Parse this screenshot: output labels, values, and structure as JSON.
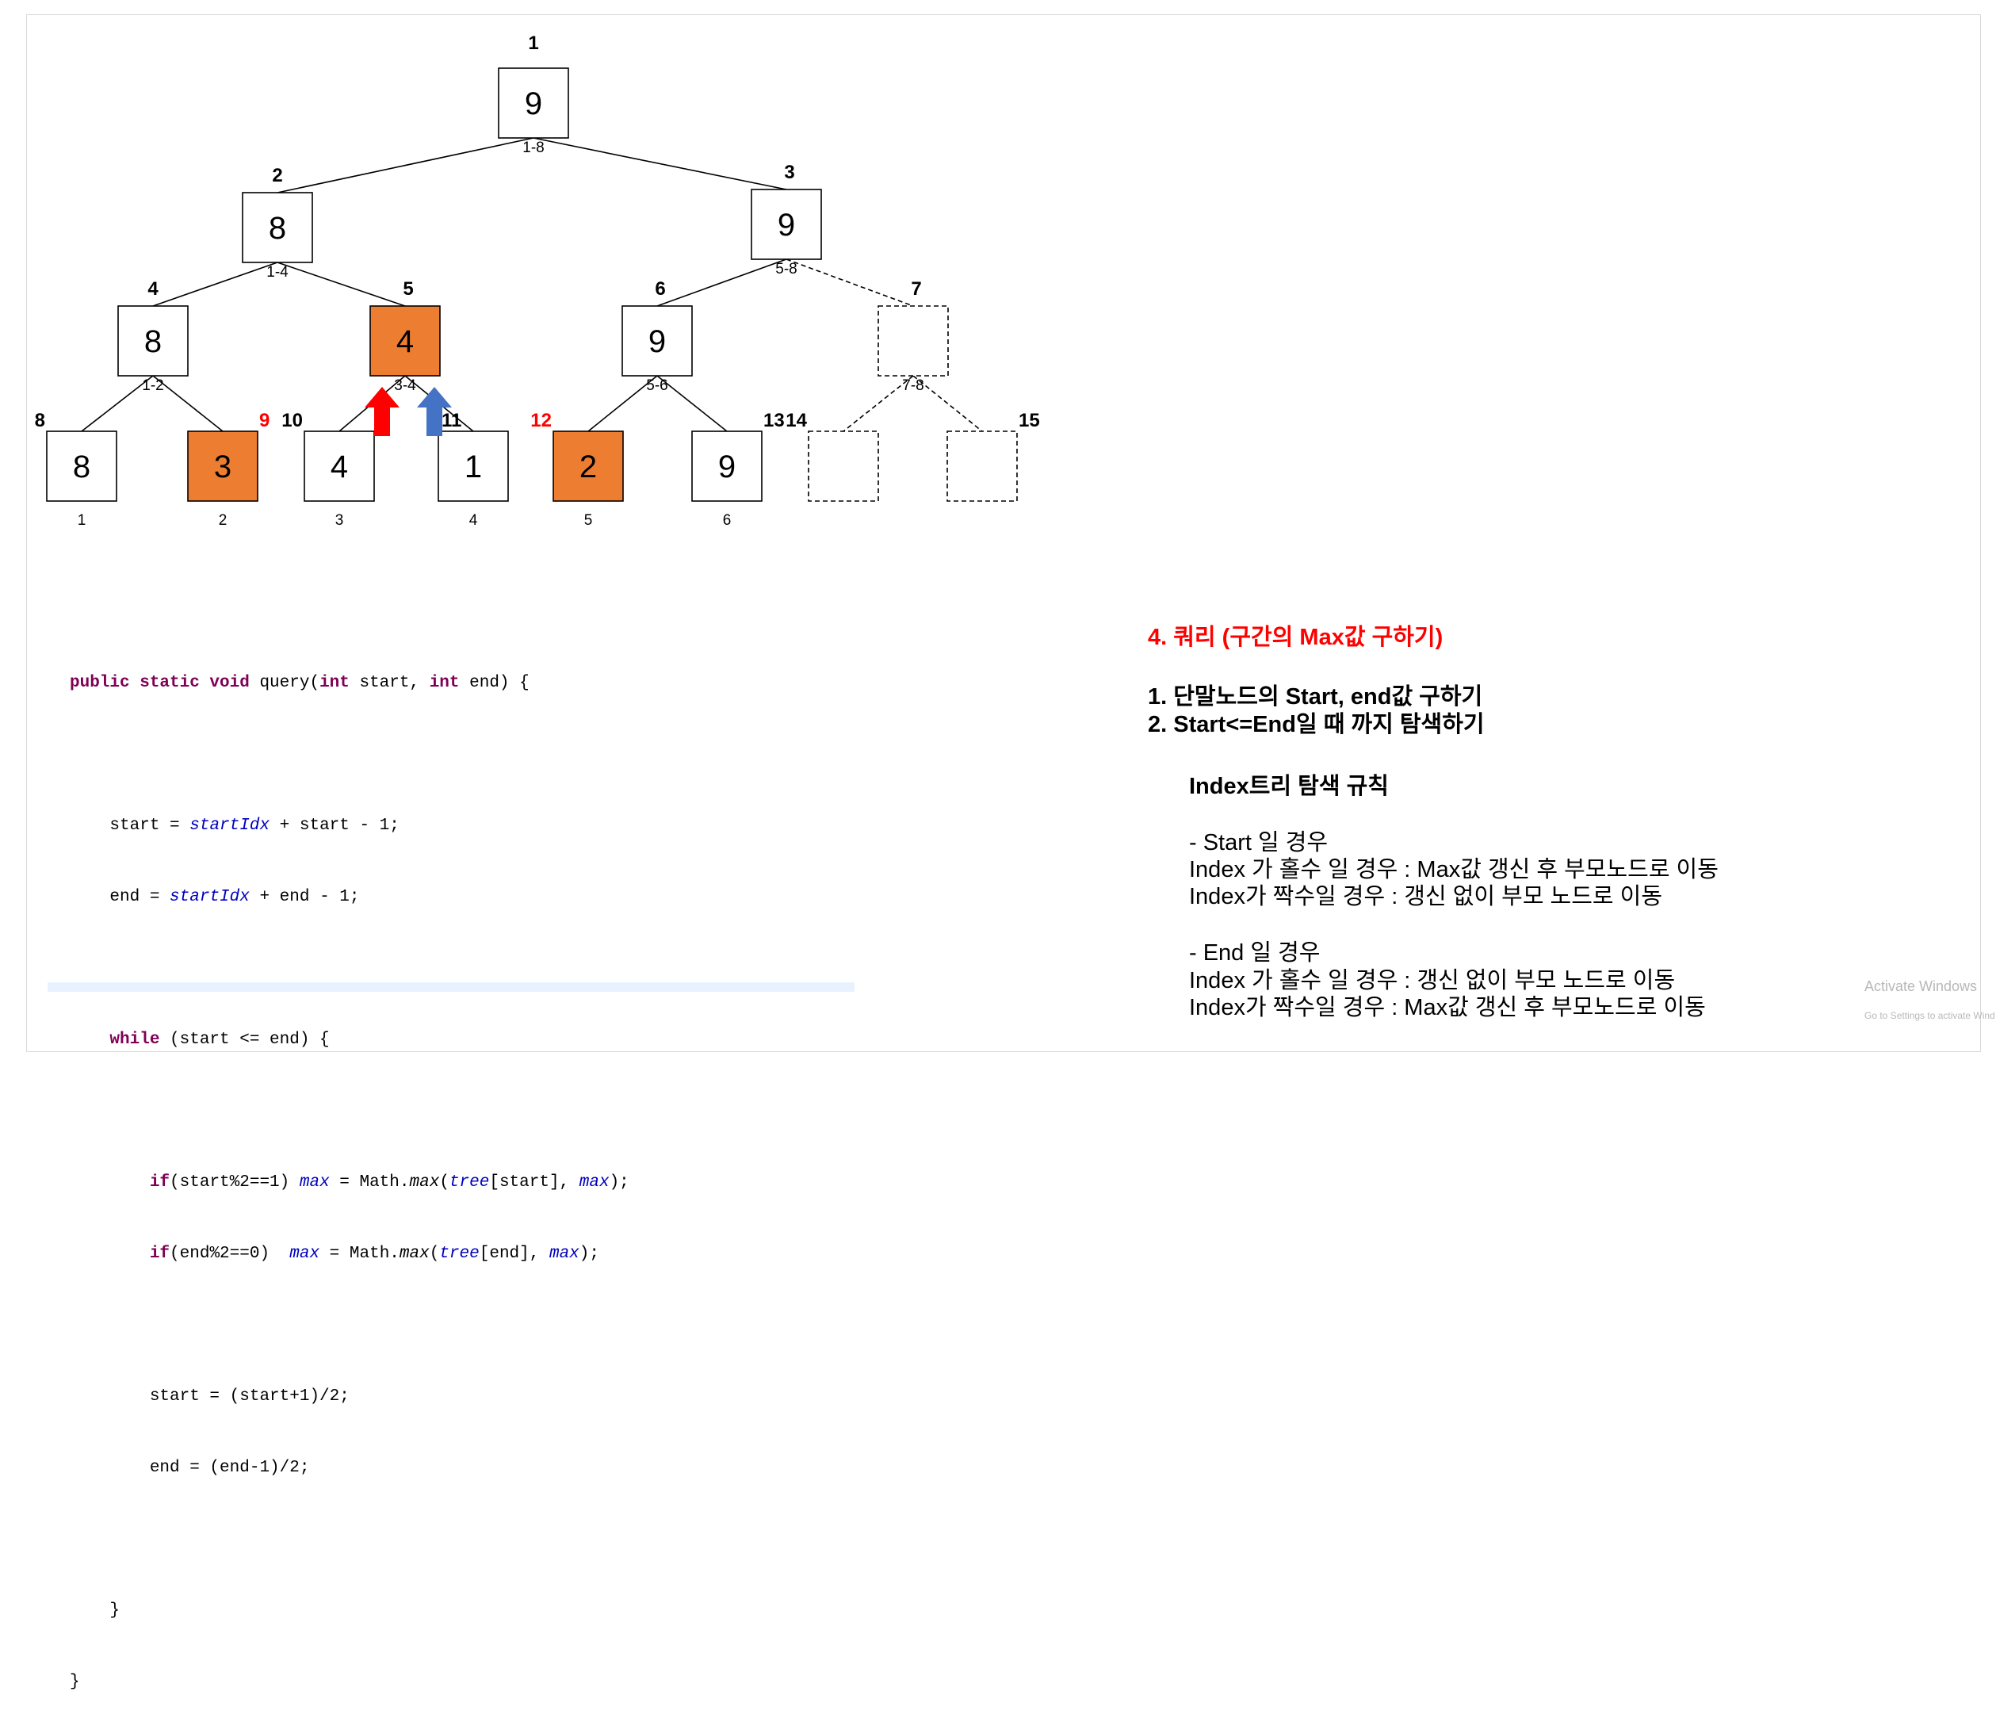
{
  "tree": {
    "node_ids": [
      "1",
      "2",
      "3",
      "4",
      "5",
      "6",
      "7",
      "8",
      "9",
      "10",
      "11",
      "12",
      "13",
      "14",
      "15"
    ],
    "node_values": {
      "1": "9",
      "2": "8",
      "3": "9",
      "4": "8",
      "5": "4",
      "6": "9",
      "7": "",
      "8": "8",
      "9": "3",
      "10": "4",
      "11": "1",
      "12": "2",
      "13": "9",
      "14": "",
      "15": ""
    },
    "ranges": {
      "1": "1-8",
      "2": "1-4",
      "3": "5-8",
      "4": "1-2",
      "5": "3-4",
      "6": "5-6",
      "7": "7-8"
    },
    "leaf_positions": {
      "8": "1",
      "9": "2",
      "10": "3",
      "11": "4",
      "12": "5",
      "13": "6"
    },
    "highlighted_nodes": [
      "5",
      "9",
      "12"
    ],
    "red_labeled_nodes": [
      "9",
      "12"
    ],
    "dashed_nodes": [
      "7",
      "14",
      "15"
    ],
    "colors": {
      "highlight_fill": "#ed7d31",
      "red_label": "#ff0000",
      "start_arrow": "#ff0000",
      "end_arrow": "#4472c4"
    }
  },
  "code": {
    "l1": {
      "kw1": "public static void",
      "t1": " query(",
      "kw2": "int",
      "t2": " start, ",
      "kw3": "int",
      "t3": " end) {"
    },
    "l2": {
      "t1": "    start = ",
      "f1": "startIdx",
      "t2": " + start - 1;"
    },
    "l3": {
      "t1": "    end = ",
      "f1": "startIdx",
      "t2": " + end - 1;"
    },
    "l4": {
      "kw1": "    while",
      "t1": " (start <= end) {"
    },
    "l5": {
      "kw1": "        if",
      "t1": "(start%2==1) ",
      "f1": "max",
      "t2": " = Math.",
      "fn1": "max",
      "t3": "(",
      "f2": "tree",
      "t4": "[start], ",
      "f3": "max",
      "t5": ");"
    },
    "l6": {
      "kw1": "        if",
      "t1": "(end%2==0)  ",
      "f1": "max",
      "t2": " = Math.",
      "fn1": "max",
      "t3": "(",
      "f2": "tree",
      "t4": "[end], ",
      "f3": "max",
      "t5": ");"
    },
    "l7": "        start = (start+1)/2;",
    "l8": "        end = (end-1)/2;",
    "l9": "    }",
    "l10": "}"
  },
  "description": {
    "heading": "4. 쿼리 (구간의 Max값 구하기)",
    "step1": "1.  단말노드의 Start, end값 구하기",
    "step2": "2.  Start<=End일 때 까지 탐색하기",
    "rule_title": "Index트리 탐색 규칙",
    "start_case": "-  Start 일 경우",
    "start_odd": "Index 가 홀수 일 경우 : Max값 갱신 후 부모노드로 이동",
    "start_even": "Index가 짝수일 경우 : 갱신 없이 부모 노드로 이동",
    "end_case": "- End 일 경우",
    "end_odd": "Index 가 홀수 일 경우 : 갱신 없이 부모 노드로 이동",
    "end_even": "Index가 짝수일 경우 : Max값 갱신 후 부모노드로 이동"
  },
  "watermark": {
    "line1": "Activate Windows",
    "line2": "Go to Settings to activate Windows."
  }
}
